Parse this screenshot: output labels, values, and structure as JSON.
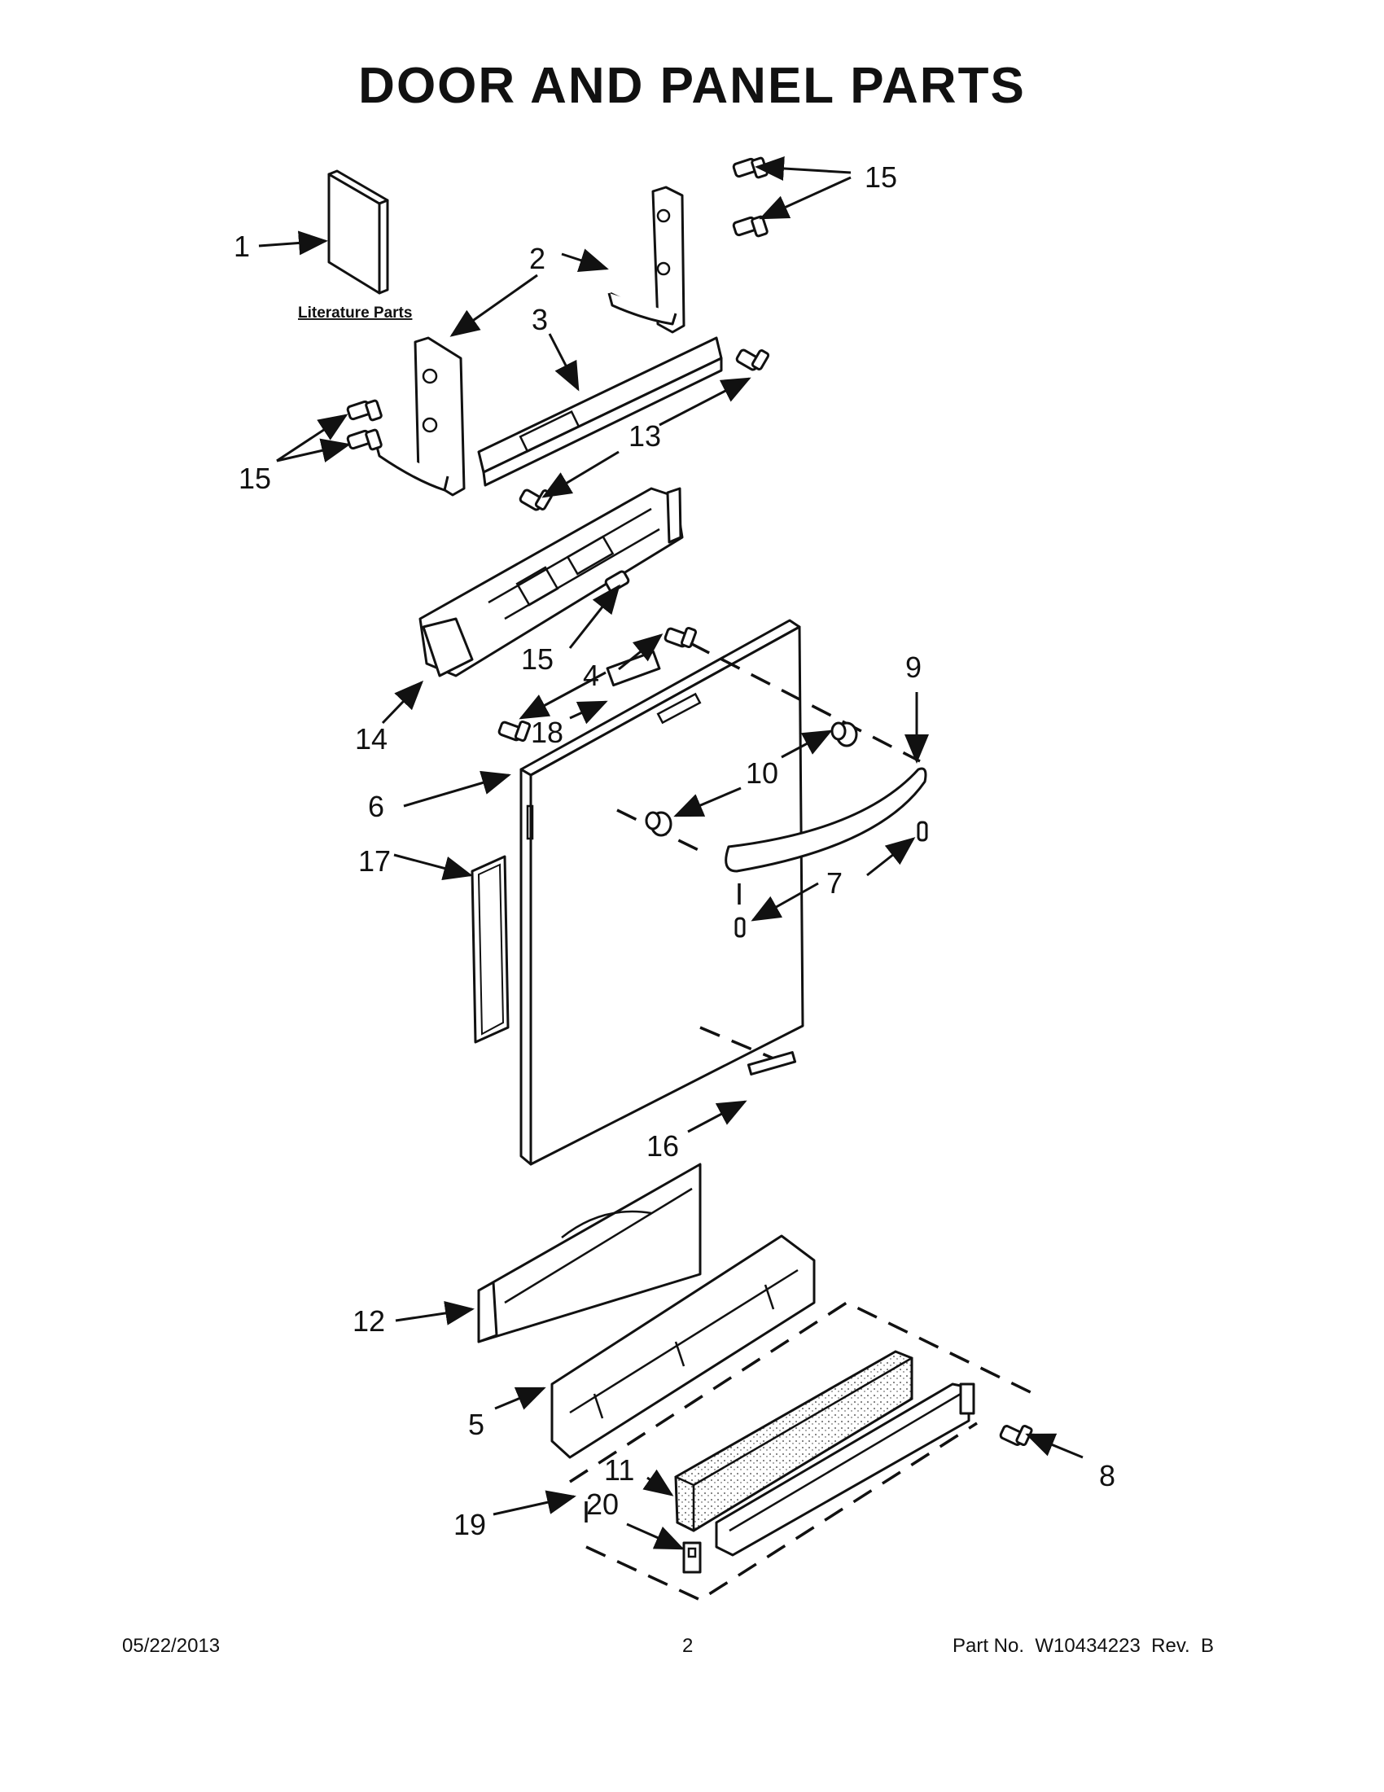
{
  "title": "DOOR AND PANEL PARTS",
  "literature_label": "Literature Parts",
  "callouts": {
    "c1": "1",
    "c2": "2",
    "c3": "3",
    "c4": "4",
    "c5": "5",
    "c6": "6",
    "c7": "7",
    "c8": "8",
    "c9": "9",
    "c10": "10",
    "c11": "11",
    "c12": "12",
    "c13": "13",
    "c14": "14",
    "c15a": "15",
    "c15b": "15",
    "c15c": "15",
    "c16": "16",
    "c17": "17",
    "c18": "18",
    "c19": "19",
    "c20": "20"
  },
  "footer": {
    "date": "05/22/2013",
    "page": "2",
    "part": "Part No.  W10434223  Rev.  B"
  }
}
